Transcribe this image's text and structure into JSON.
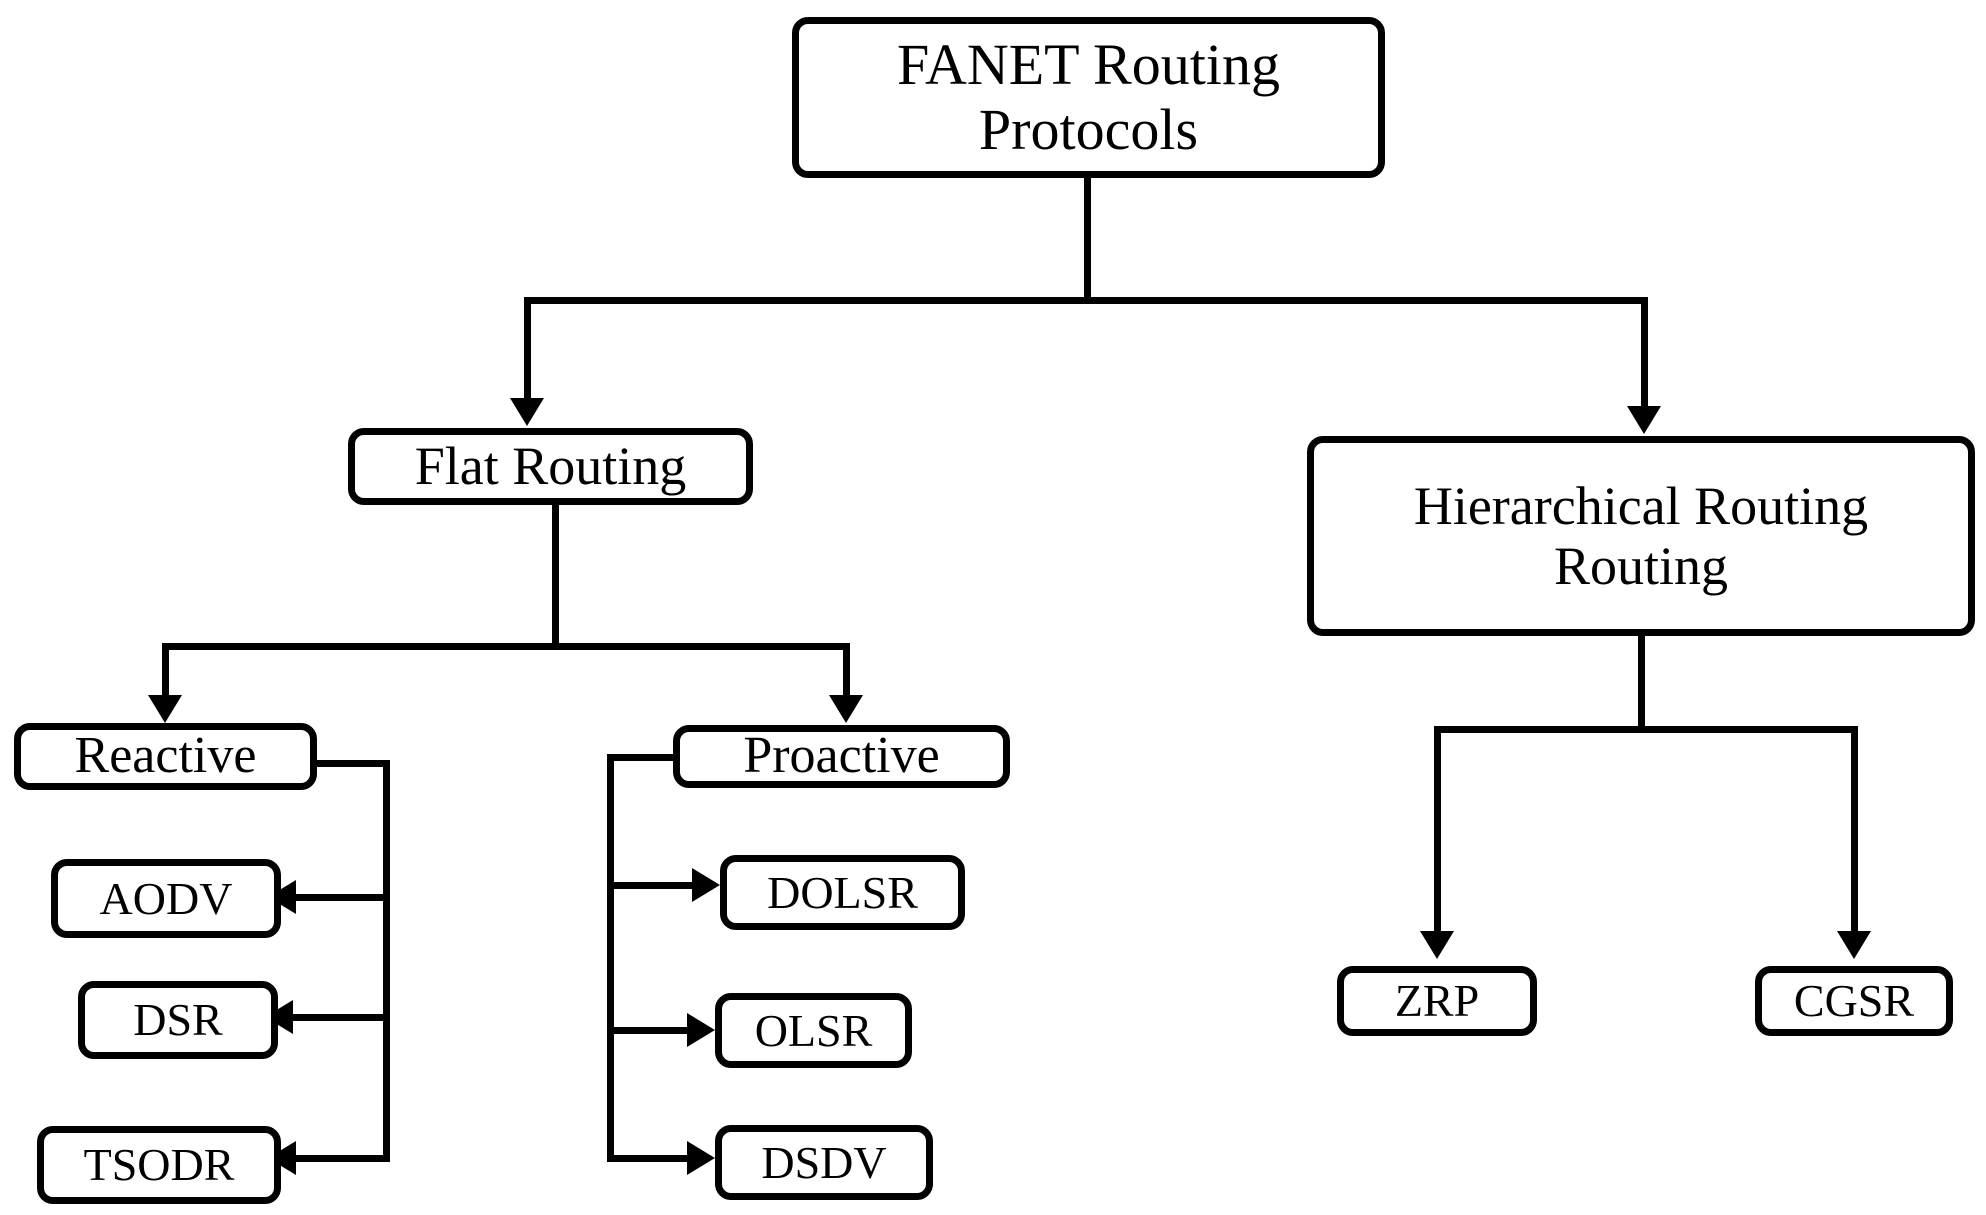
{
  "diagram": {
    "type": "tree",
    "title": "FANET Routing Protocols taxonomy",
    "colors": {
      "background": "#ffffff",
      "stroke": "#000000",
      "node_fill": "#ffffff",
      "text": "#000000"
    },
    "nodes": {
      "root": {
        "label": "FANET Routing\nProtocols"
      },
      "flat_routing": {
        "label": "Flat Routing"
      },
      "hierarchical_routing": {
        "label": "Hierarchical Routing\nRouting"
      },
      "reactive": {
        "label": "Reactive"
      },
      "proactive": {
        "label": "Proactive"
      },
      "aodv": {
        "label": "AODV"
      },
      "dsr": {
        "label": "DSR"
      },
      "tsodr": {
        "label": "TSODR"
      },
      "dolsr": {
        "label": "DOLSR"
      },
      "olsr": {
        "label": "OLSR"
      },
      "dsdv": {
        "label": "DSDV"
      },
      "zrp": {
        "label": "ZRP"
      },
      "cgsr": {
        "label": "CGSR"
      }
    },
    "edges": [
      {
        "from": "root",
        "to": "flat_routing"
      },
      {
        "from": "root",
        "to": "hierarchical_routing"
      },
      {
        "from": "flat_routing",
        "to": "reactive"
      },
      {
        "from": "flat_routing",
        "to": "proactive"
      },
      {
        "from": "reactive",
        "to": "aodv"
      },
      {
        "from": "reactive",
        "to": "dsr"
      },
      {
        "from": "reactive",
        "to": "tsodr"
      },
      {
        "from": "proactive",
        "to": "dolsr"
      },
      {
        "from": "proactive",
        "to": "olsr"
      },
      {
        "from": "proactive",
        "to": "dsdv"
      },
      {
        "from": "hierarchical_routing",
        "to": "zrp"
      },
      {
        "from": "hierarchical_routing",
        "to": "cgsr"
      }
    ]
  }
}
